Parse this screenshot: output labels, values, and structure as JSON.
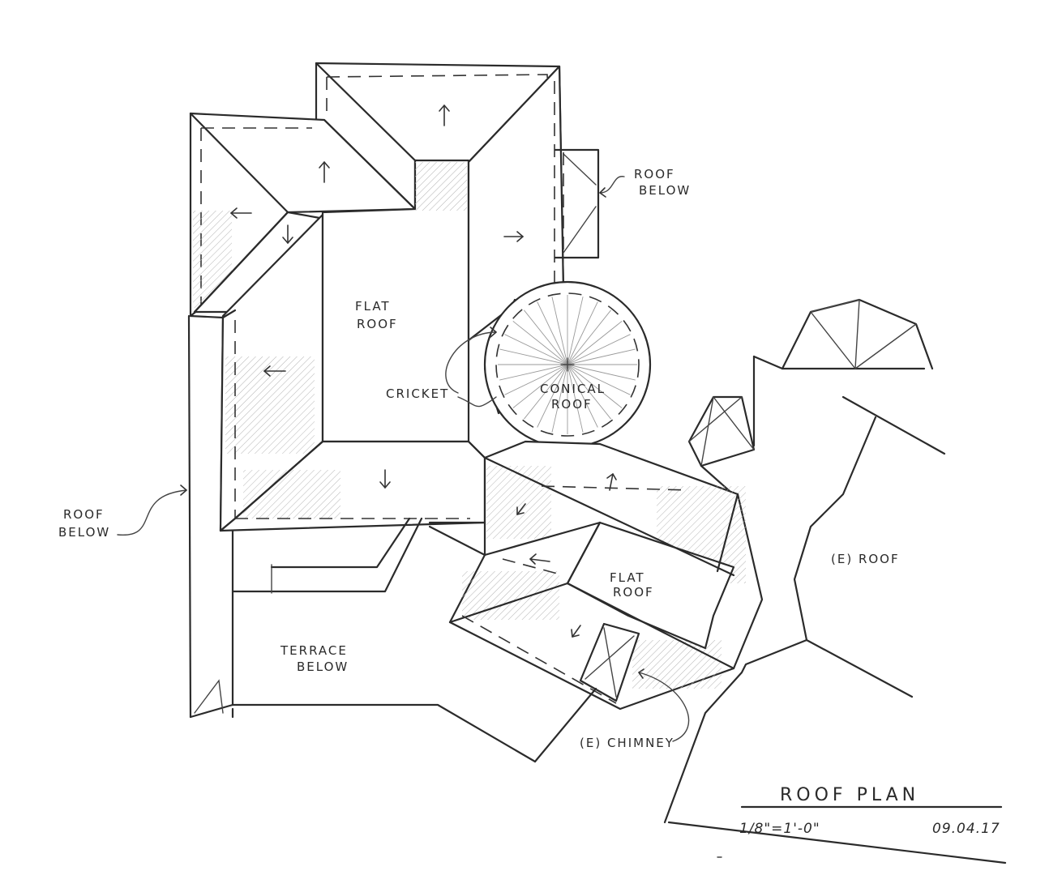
{
  "sheet": {
    "title": "ROOF  PLAN",
    "scale": "1/8\"=1'-0\"",
    "date": "09.04.17"
  },
  "labels": {
    "flat_roof_main_1": "FLAT",
    "flat_roof_main_2": "ROOF",
    "flat_roof_lower_1": "FLAT",
    "flat_roof_lower_2": "ROOF",
    "conical_roof_1": "CONICAL",
    "conical_roof_2": "ROOF",
    "cricket": "CRICKET",
    "roof_below_right_1": "ROOF",
    "roof_below_right_2": "BELOW",
    "roof_below_left_1": "ROOF",
    "roof_below_left_2": "BELOW",
    "terrace_below_1": "TERRACE",
    "terrace_below_2": "BELOW",
    "existing_roof": "(E) ROOF",
    "existing_chimney": "(E) CHIMNEY"
  },
  "colors": {
    "ink": "#2b2b2b",
    "paper": "#ffffff"
  }
}
